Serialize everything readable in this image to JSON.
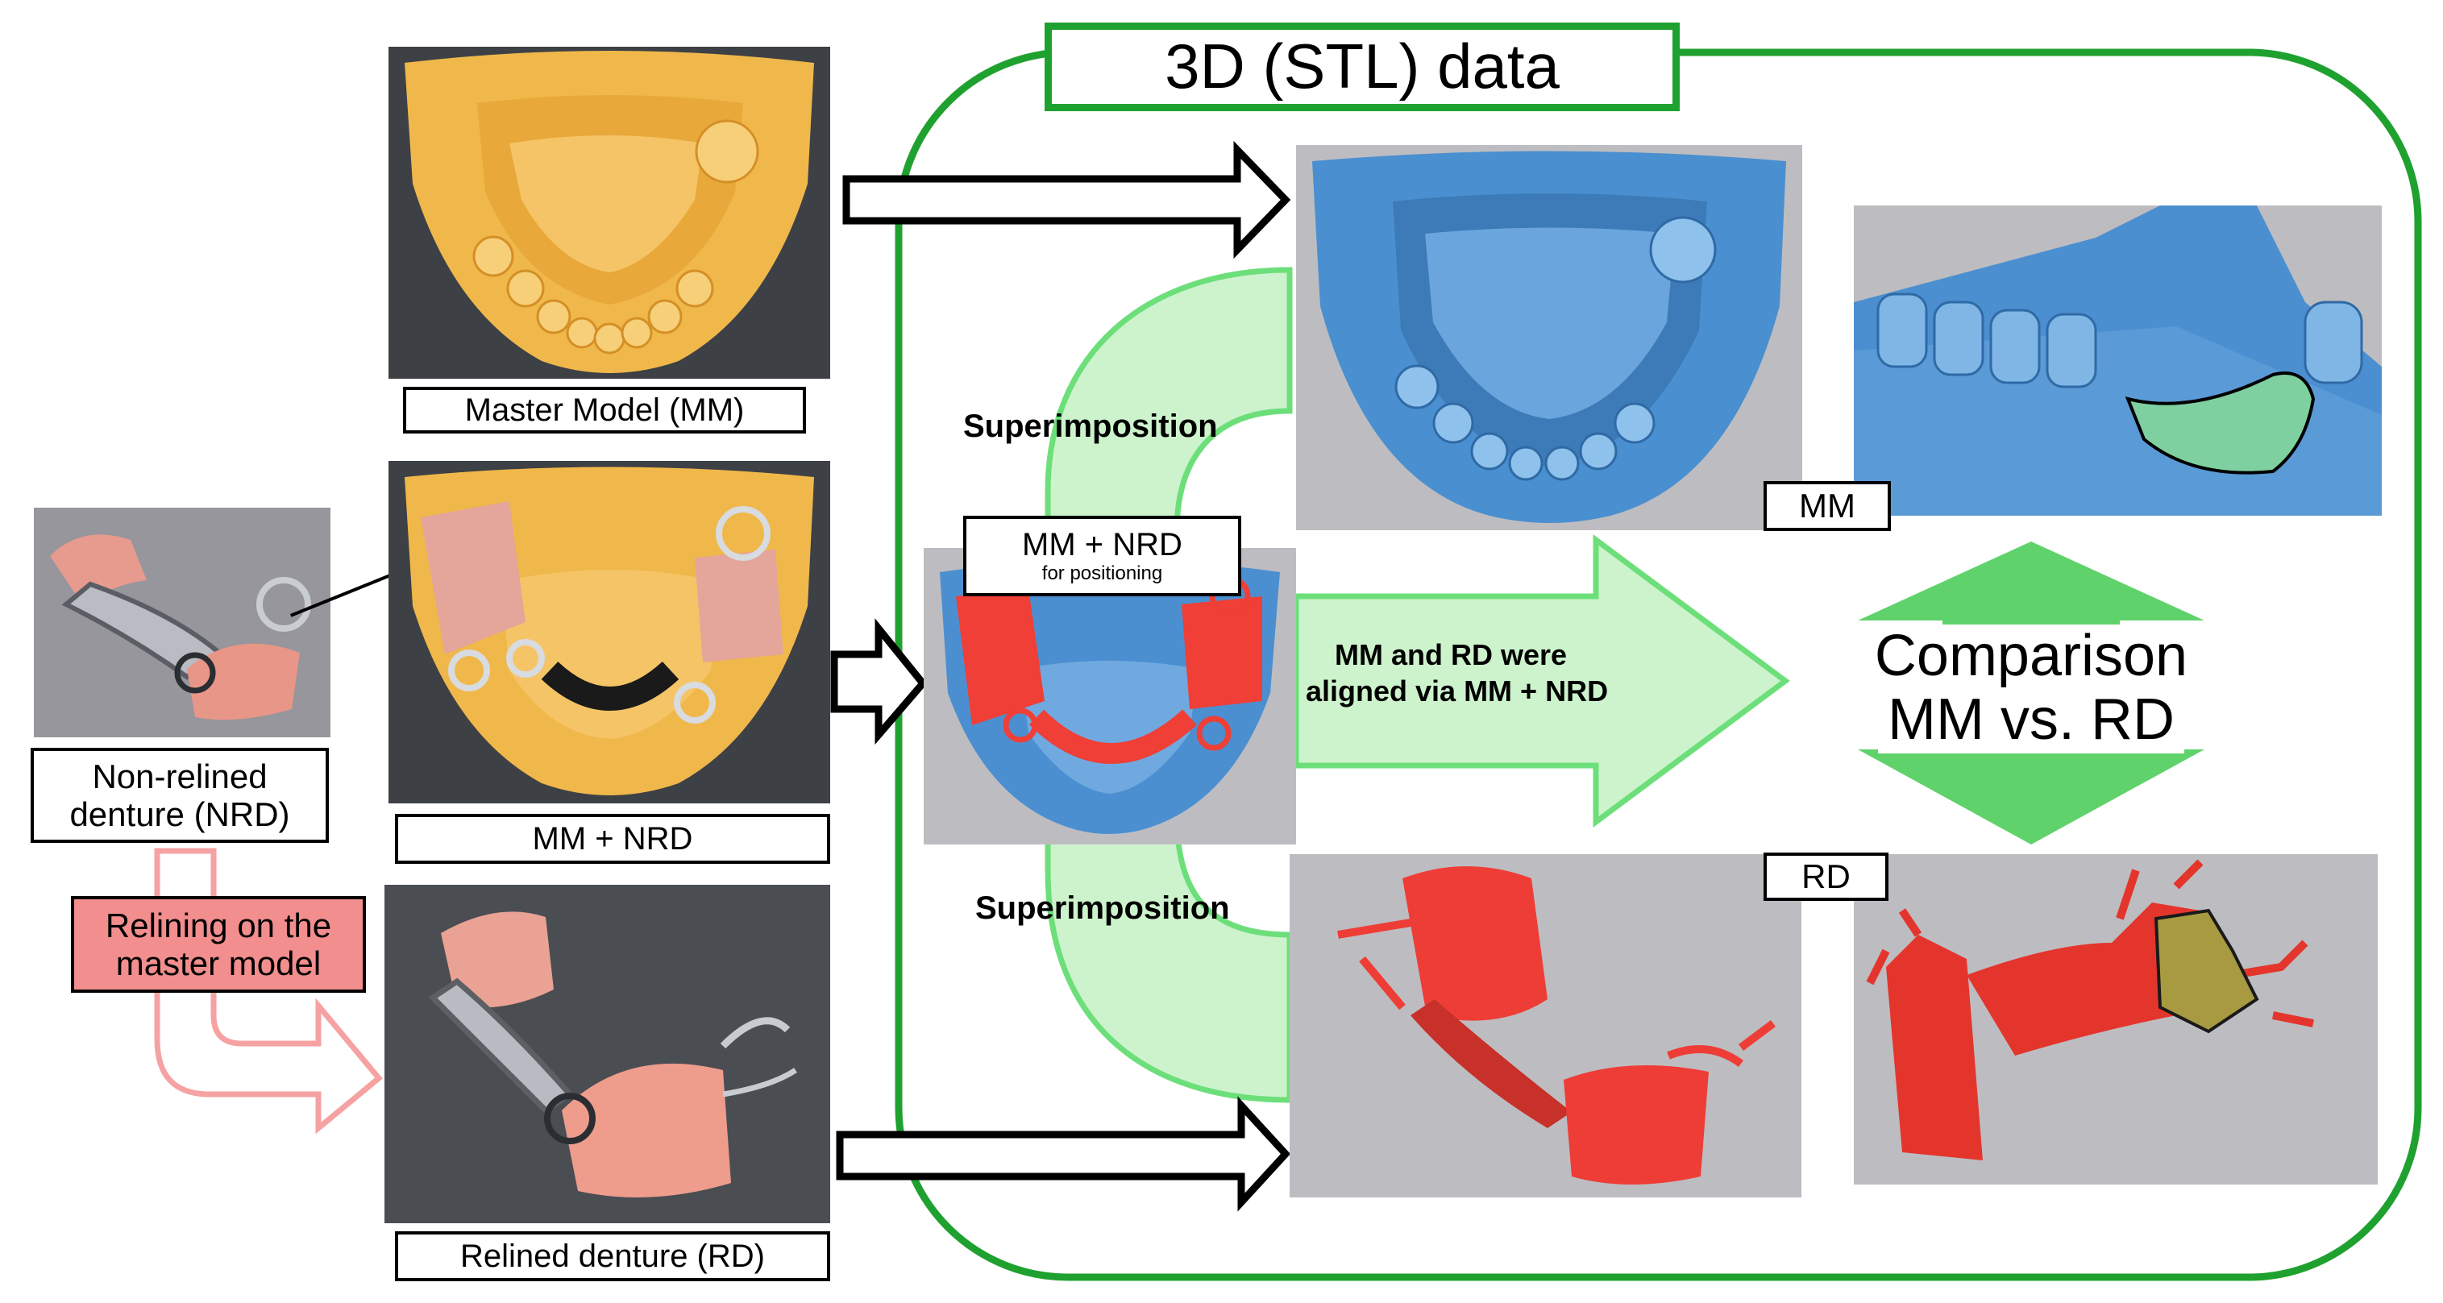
{
  "header": {
    "title": "3D (STL) data"
  },
  "photos": {
    "master_model_label": "Master Model (MM)",
    "mm_nrd_label": "MM + NRD",
    "nrd_label_line1": "Non-relined",
    "nrd_label_line2": "denture (NRD)",
    "rd_label": "Relined denture (RD)"
  },
  "process": {
    "relining_line1": "Relining on the",
    "relining_line2": "master model"
  },
  "scans": {
    "mm_nrd_title": "MM + NRD",
    "mm_nrd_subtitle": "for positioning",
    "superimposition_top": "Superimposition",
    "superimposition_bottom": "Superimposition",
    "aligned_line1": "MM and RD were",
    "aligned_line2": "aligned via MM + NRD",
    "mm_tag": "MM",
    "rd_tag": "RD"
  },
  "comparison": {
    "line1": "Comparison",
    "line2": "MM vs. RD"
  },
  "colors": {
    "frame_green": "#1fa12f",
    "light_green": "#cdf3cd",
    "arrow_green": "#5bd46a",
    "comparison_green": "#5fd26b",
    "relining_pink": "#f28e8e",
    "scan_blue": "#4a90d0",
    "scan_red": "#f04038",
    "stone_yellow": "#f0b840"
  }
}
